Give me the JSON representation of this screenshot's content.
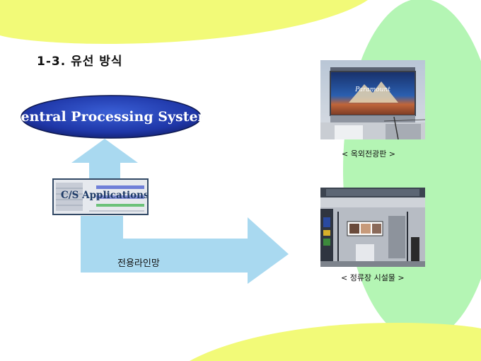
{
  "title": "1-3.  유선 방식",
  "cps_label": "Central Processing System",
  "app_label": "C/S Applications",
  "link_label": "전용라인망",
  "billboard_caption": "< 옥외전광판 >",
  "busstop_caption": "< 정류장 시설물 >",
  "colors": {
    "swoosh_yellow": "#f2fa78",
    "oval_green": "#b4f5b4",
    "arrow_blue": "#a9d9f0",
    "ellipse_blue": "#1f37a8"
  }
}
